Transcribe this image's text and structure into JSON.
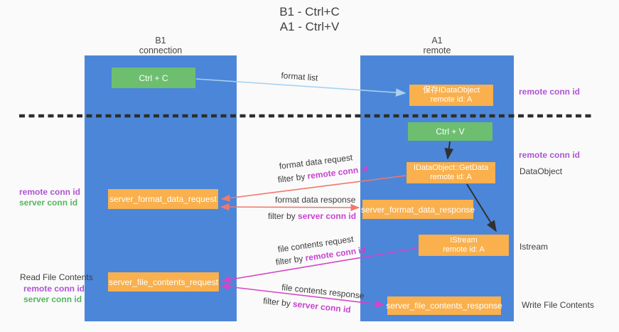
{
  "title": {
    "line1": "B1 - Ctrl+C",
    "line2": "A1 - Ctrl+V"
  },
  "columns": {
    "left": {
      "name": "B1",
      "role": "connection"
    },
    "right": {
      "name": "A1",
      "role": "remote"
    }
  },
  "nodes": {
    "ctrl_c": "Ctrl + C",
    "save_idataobject": {
      "line1": "保存IDataObject",
      "line2": "remote id: A"
    },
    "ctrl_v": "Ctrl + V",
    "getdata": {
      "line1": "IDataObject::GetData",
      "line2": "remote id: A"
    },
    "format_request": "server_format_data_request",
    "format_response": "server_format_data_response",
    "istream": {
      "line1": "IStream",
      "line2": "remote id: A"
    },
    "file_request": "server_file_contents_request",
    "file_response": "server_file_contents_response"
  },
  "side_labels": {
    "right_remote_conn_id_1": "remote conn id",
    "right_remote_conn_id_2": "remote conn id",
    "dataobject": "DataObject",
    "istream": "Istream",
    "write_file_contents": "Write File Contents",
    "read_file_contents": "Read File Contents",
    "left_remote_conn_id_1": "remote conn id",
    "left_server_conn_id_1": "server conn id",
    "left_remote_conn_id_2": "remote conn id",
    "left_server_conn_id_2": "server conn id"
  },
  "arrow_labels": {
    "format_list": "format list",
    "format_data_request": "format data request",
    "filter_by_prefix_1": "filter by ",
    "filter_by_id_1": "remote conn id",
    "format_data_response": "format data response",
    "filter_by_prefix_2": "filter by ",
    "filter_by_id_2": "server conn id",
    "file_contents_request": "file contents request",
    "filter_by_prefix_3": "filter by ",
    "filter_by_id_3": "remote conn id",
    "file_contents_response": "file contents response",
    "filter_by_prefix_4": "filter by ",
    "filter_by_id_4": "server conn id"
  },
  "colors": {
    "background": "#fafafa",
    "column_blue": "#4c86d8",
    "node_orange": "#f9b04d",
    "node_green": "#6dbf6f",
    "purple_label": "#ae54d2",
    "green_label": "#55b55f",
    "magenta_label": "#c843d0",
    "salmon_arrow": "#f0786d",
    "magenta_arrow": "#d644c8",
    "light_blue_arrow": "#a8d2f0",
    "black_arrow": "#303030",
    "dashed_line": "#2e2e2e"
  }
}
